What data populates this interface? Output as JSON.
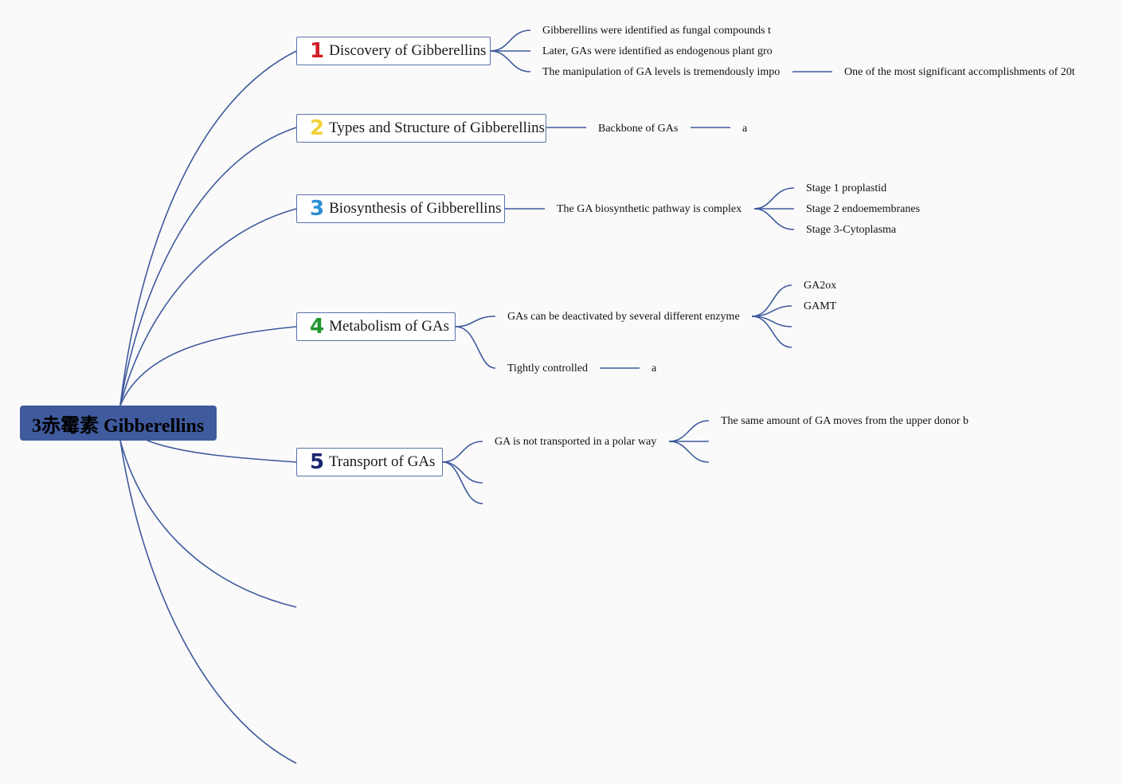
{
  "root": {
    "label": "3赤霉素 Gibberellins"
  },
  "topics": [
    {
      "number": "1",
      "label": "Discovery of Gibberellins",
      "children": [
        "Gibberellins were identified as fungal compounds t",
        "Later, GAs were identified as endogenous plant gro",
        "The manipulation of GA levels is tremendously impo"
      ],
      "grandchild": "One of the most significant accomplishments of 20t"
    },
    {
      "number": "2",
      "label": "Types and Structure of Gibberellins",
      "children": [
        "Backbone of GAs"
      ],
      "grandchild": "a"
    },
    {
      "number": "3",
      "label": "Biosynthesis of Gibberellins",
      "children": [
        "The GA biosynthetic pathway is complex"
      ],
      "grandchildren": [
        "Stage 1 proplastid",
        "Stage 2 endoemembranes",
        "Stage 3-Cytoplasma"
      ]
    },
    {
      "number": "4",
      "label": "Metabolism of GAs",
      "children": [
        "GAs can be deactivated by several different enzyme",
        "Tightly controlled"
      ],
      "grandchildren": [
        "GA2ox",
        "GAMT"
      ],
      "grandchild": "a"
    },
    {
      "number": "5",
      "label": "Transport of GAs",
      "children": [
        "GA is not transported in a polar way"
      ],
      "grandchild": "The same amount of GA moves from the upper donor b"
    }
  ],
  "colors": {
    "root_fill": "#3f5a9d",
    "connector": "#3f5a9d",
    "number_1": "#d11f2a",
    "number_2": "#f2d23a",
    "number_3": "#2a8fd4",
    "number_4": "#22962e",
    "number_5": "#1b2470"
  }
}
